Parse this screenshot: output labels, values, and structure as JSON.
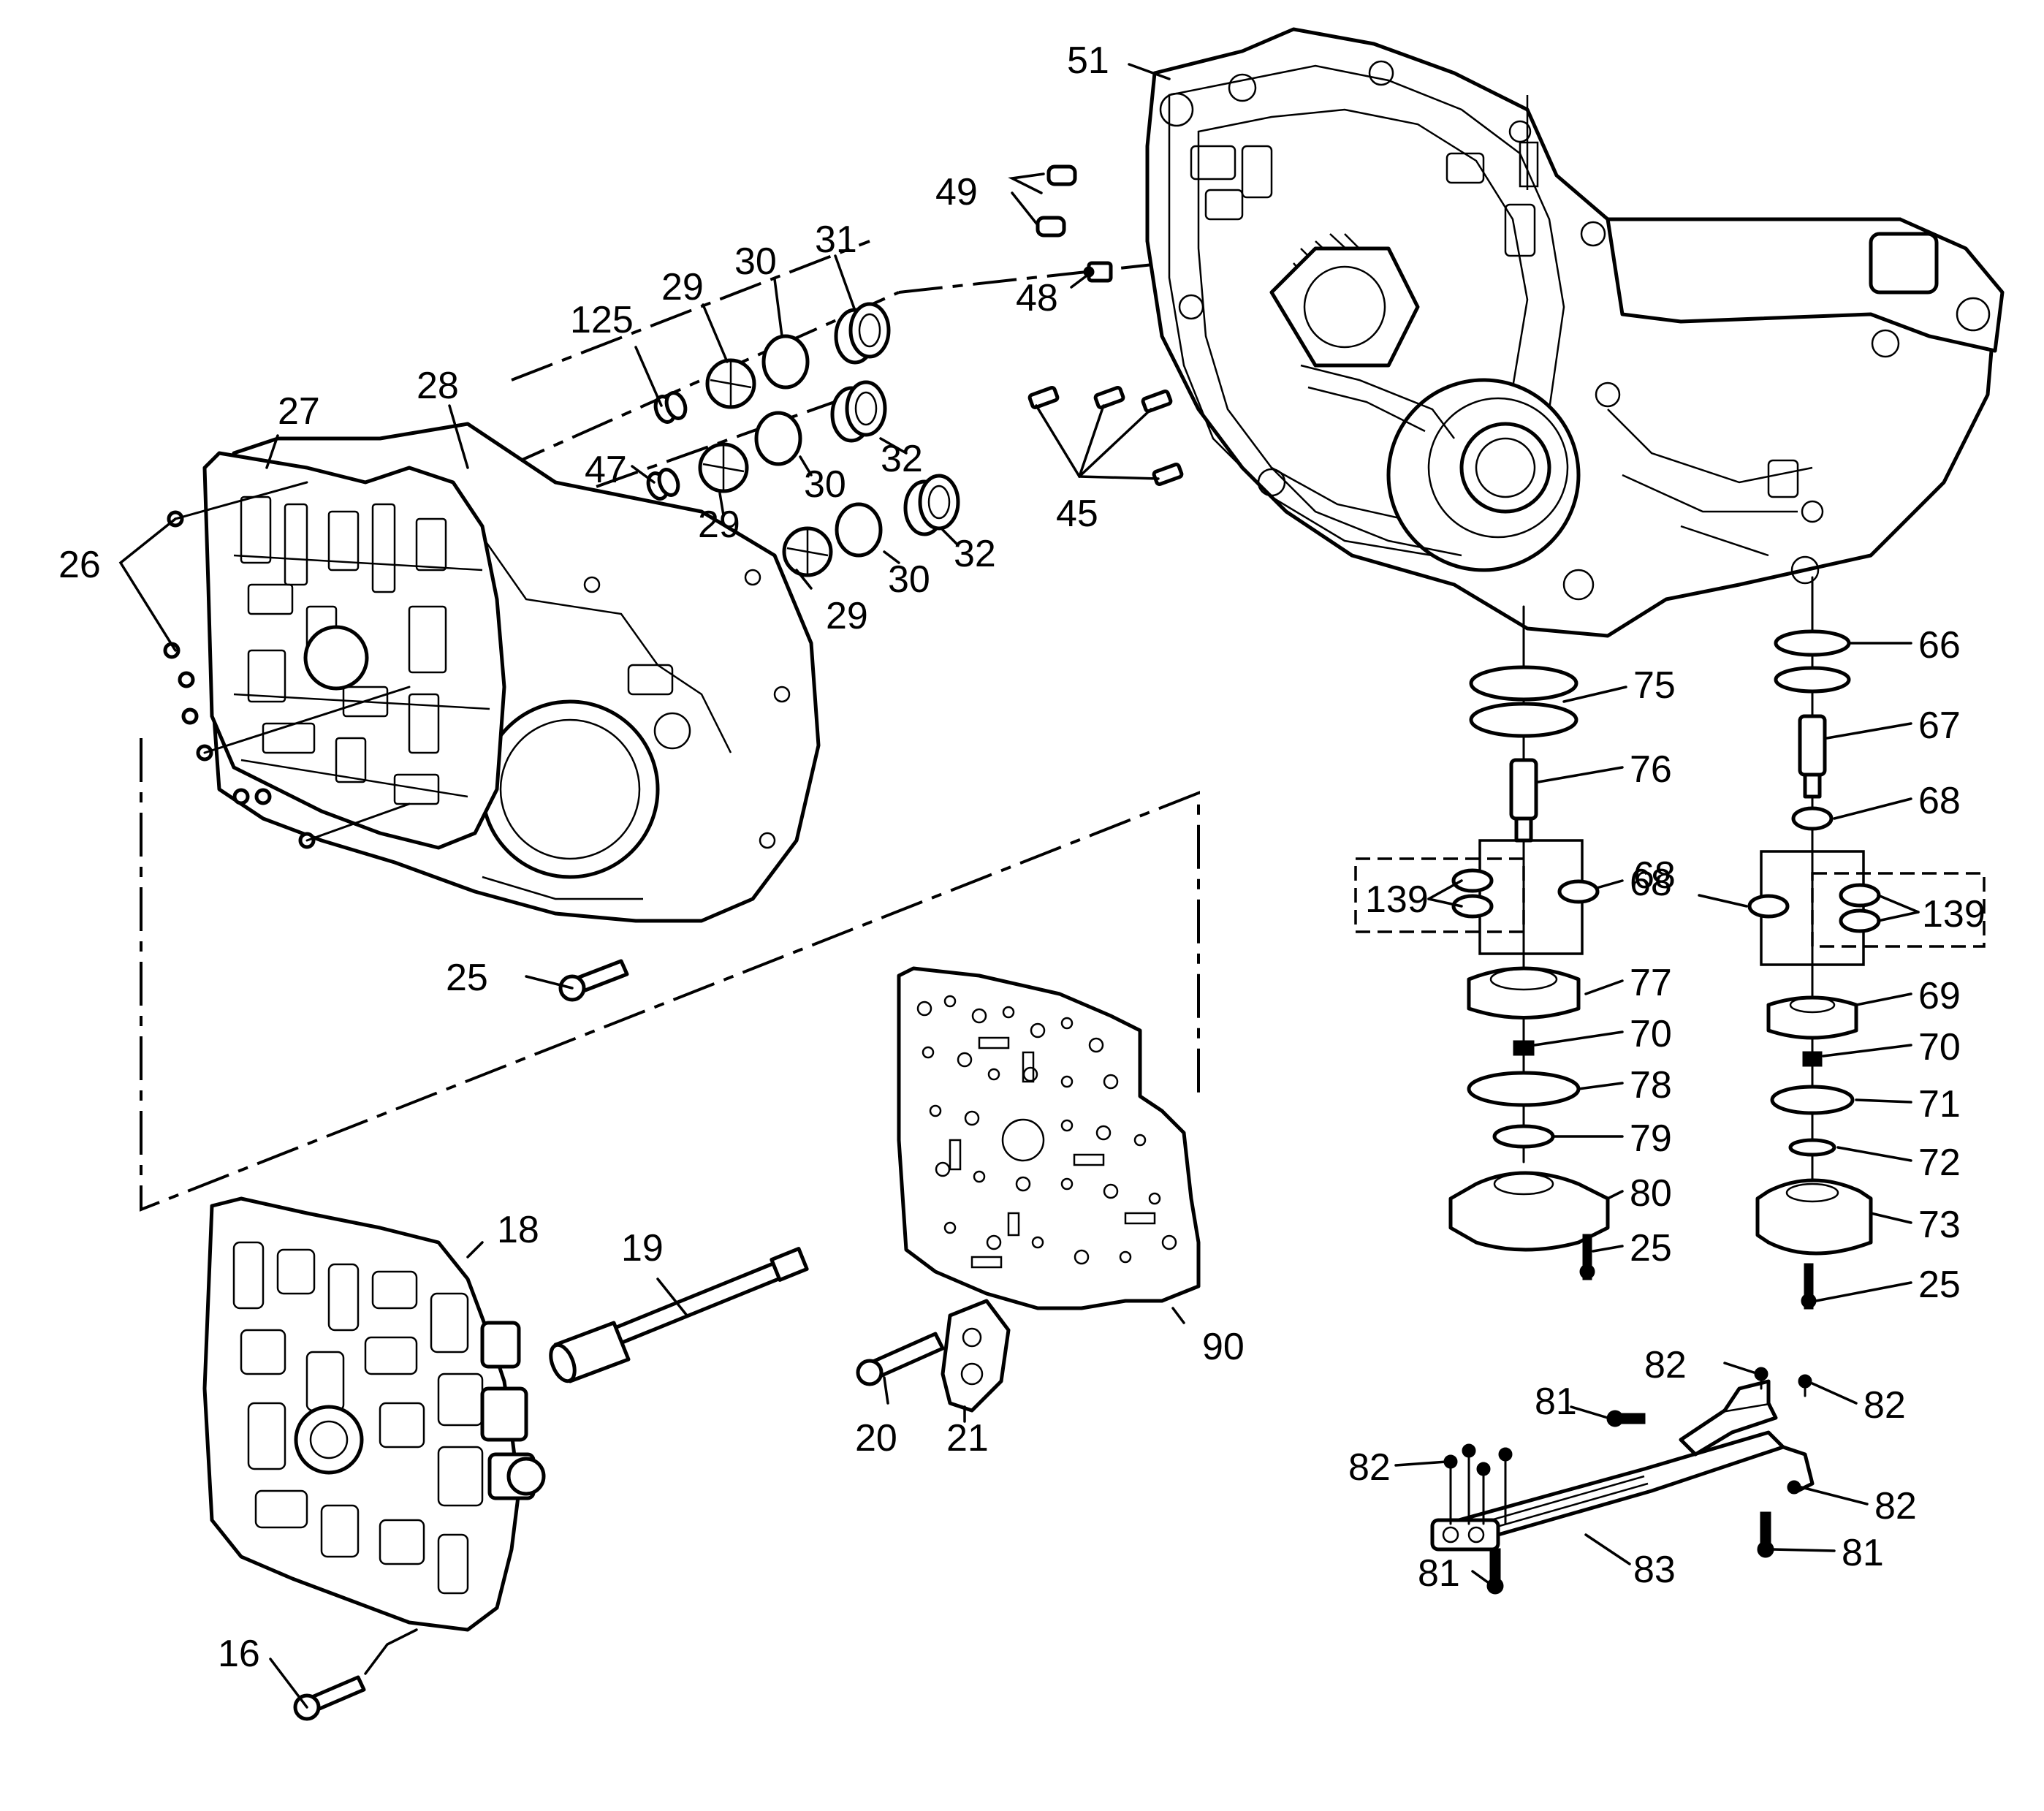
{
  "figure": {
    "title": "",
    "callouts": {
      "c16": "16",
      "c18": "18",
      "c19": "19",
      "c20": "20",
      "c21": "21",
      "c25": "25",
      "c26": "26",
      "c27": "27",
      "c28": "28",
      "c29": "29",
      "c30": "30",
      "c31": "31",
      "c32": "32",
      "c45": "45",
      "c47": "47",
      "c48": "48",
      "c49": "49",
      "c51": "51",
      "c66": "66",
      "c67": "67",
      "c68": "68",
      "c69": "69",
      "c70": "70",
      "c71": "71",
      "c72": "72",
      "c73": "73",
      "c75": "75",
      "c76": "76",
      "c77": "77",
      "c78": "78",
      "c79": "79",
      "c80": "80",
      "c81": "81",
      "c82": "82",
      "c83": "83",
      "c90": "90",
      "c125": "125",
      "c139": "139"
    }
  }
}
